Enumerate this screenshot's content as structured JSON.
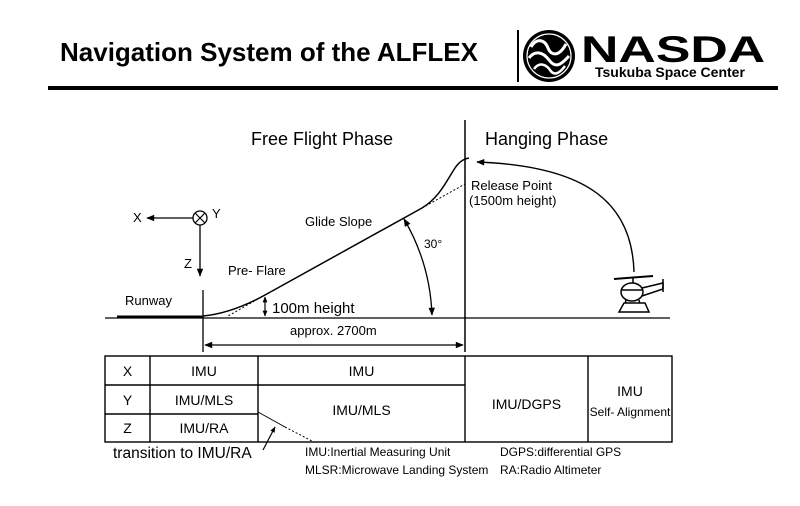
{
  "header": {
    "title": "Navigation System of the ALFLEX",
    "logo_name": "NASDA",
    "logo_subtitle": "Tsukuba Space Center"
  },
  "diagram": {
    "free_flight_phase": "Free Flight Phase",
    "hanging_phase": "Hanging Phase",
    "axis_x": "X",
    "axis_y": "Y",
    "axis_z": "Z",
    "runway": "Runway",
    "pre_flare": "Pre- Flare",
    "glide_slope": "Glide Slope",
    "flare_height": "100m height",
    "glide_angle": "30°",
    "release_point": "Release Point",
    "release_height": "(1500m height)",
    "distance": "approx. 2700m"
  },
  "table": {
    "axes": [
      "X",
      "Y",
      "Z"
    ],
    "pre_flare": [
      "IMU",
      "IMU/MLS",
      "IMU/RA"
    ],
    "glide_x": "IMU",
    "glide_yz": "IMU/MLS",
    "hanging": "IMU/DGPS",
    "ground": [
      "IMU",
      "Self- Alignment"
    ]
  },
  "notes": {
    "transition": "transition to IMU/RA",
    "abbreviations": [
      "IMU:Inertial Measuring Unit",
      "MLSR:Microwave Landing System",
      "DGPS:differential GPS",
      "RA:Radio Altimeter"
    ]
  },
  "icons": {
    "emblem": "nasda-emblem-icon",
    "helicopter": "helicopter-icon",
    "into_page_axis": "circled-x-icon",
    "arrow": "arrowhead-icon"
  },
  "colors": {
    "ink": "#000000",
    "background": "#ffffff"
  }
}
